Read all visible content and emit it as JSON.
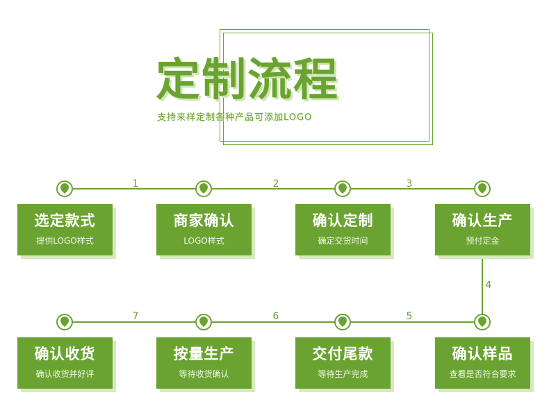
{
  "header": {
    "title": "定制流程",
    "subtitle": "支持来样定制各种产品可添加LOGO"
  },
  "steps": [
    {
      "number": "1",
      "title": "选定款式",
      "desc": "提供LOGO样式"
    },
    {
      "number": "2",
      "title": "商家确认",
      "desc": "LOGO样式"
    },
    {
      "number": "3",
      "title": "确认定制",
      "desc": "确定交货时间"
    },
    {
      "number": "4",
      "title": "确认生产",
      "desc": "预付定金"
    },
    {
      "number": "5",
      "title": "确认样品",
      "desc": "查看是否符合要求"
    },
    {
      "number": "6",
      "title": "交付尾款",
      "desc": "等待生产完成"
    },
    {
      "number": "7",
      "title": "按量生产",
      "desc": "等待收货确认"
    },
    {
      "number": "",
      "title": "确认收货",
      "desc": "确认收货并好评"
    }
  ],
  "colors": {
    "accent": "#6aa331",
    "shadow": "#d6ebbd"
  },
  "icons": [
    "step-node-icon"
  ]
}
